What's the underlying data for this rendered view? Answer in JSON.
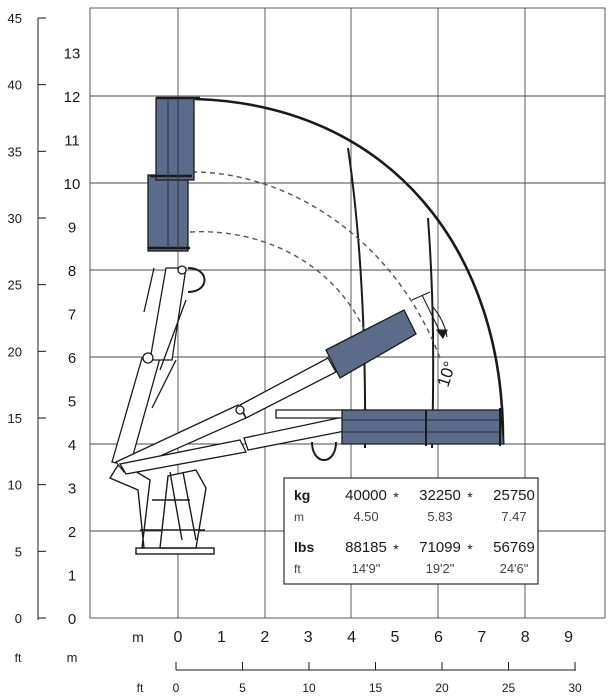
{
  "colors": {
    "ink": "#1a1a1a",
    "grid": "#4a4a4a",
    "boom": "#5a6c8a",
    "boom_dark": "#2f3a52",
    "paper": "#ffffff"
  },
  "axes": {
    "left_ft_ticks": [
      "45",
      "40",
      "35",
      "30",
      "25",
      "20",
      "15",
      "10",
      "5",
      "0"
    ],
    "left_m_ticks": [
      "13",
      "12",
      "11",
      "10",
      "9",
      "8",
      "7",
      "6",
      "5",
      "4",
      "3",
      "2",
      "1",
      "0"
    ],
    "bottom_m_ticks": [
      "0",
      "1",
      "2",
      "3",
      "4",
      "5",
      "6",
      "7",
      "8",
      "9"
    ],
    "bottom_ft_ticks": [
      "0",
      "5",
      "10",
      "15",
      "20",
      "25",
      "30"
    ],
    "bottom_m_unit": "m",
    "bottom_ft_unit": "ft",
    "left_ft_unit": "ft",
    "left_m_unit": "m",
    "angle_label": "10°"
  },
  "load_table": {
    "rows": [
      {
        "unit": "kg",
        "values": [
          "40000",
          "32250",
          "25750"
        ],
        "marks": [
          "*",
          "*",
          ""
        ]
      },
      {
        "unit": "m",
        "values": [
          "4.50",
          "5.83",
          "7.47"
        ]
      },
      {
        "unit": "lbs",
        "values": [
          "88185",
          "71099",
          "56769"
        ],
        "marks": [
          "*",
          "*",
          ""
        ]
      },
      {
        "unit": "ft",
        "values": [
          "14'9\"",
          "19'2\"",
          "24'6\""
        ]
      }
    ]
  }
}
